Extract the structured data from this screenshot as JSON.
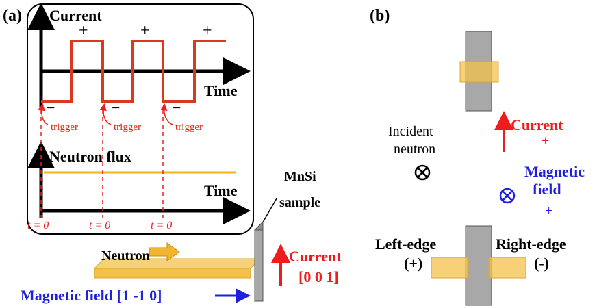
{
  "panel_a": {
    "label": "(a)",
    "current_axis_label": "Current",
    "time_label_1": "Time",
    "plus": "+",
    "minus": "−",
    "trigger": "trigger",
    "neutron_flux_label": "Neutron flux",
    "time_label_2": "Time",
    "t0": "t = 0",
    "sample_title_1": "MnSi",
    "sample_title_2": "sample",
    "neutron_label": "Neutron",
    "current_label": "Current",
    "current_dir": "[0 0 1]",
    "magnetic_field_label": "Magnetic field [1 -1 0]"
  },
  "panel_b": {
    "label": "(b)",
    "incident_1": "Incident",
    "incident_2": "neutron",
    "current_label": "Current",
    "current_sign": "+",
    "magnetic_1": "Magnetic",
    "magnetic_2": "field",
    "magnetic_sign": "+",
    "left_edge": "Left-edge",
    "left_sign": "(+)",
    "right_edge": "Right-edge",
    "right_sign": "(-)"
  },
  "colors": {
    "current_wave": "#d9391e",
    "trigger_red": "#e8221d",
    "flux_line": "#f5b21a",
    "sample_gray": "#a8a8a8",
    "beam_yellow": "#f3c14a",
    "field_blue": "#1f1fe0",
    "current_red": "#ee1c1c"
  }
}
